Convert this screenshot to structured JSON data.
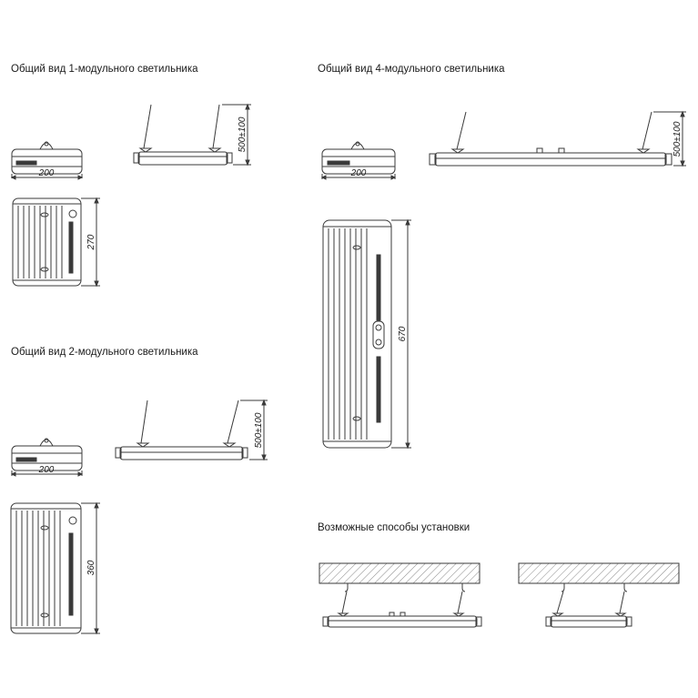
{
  "titles": {
    "one_module": "Общий вид 1-модульного светильника",
    "two_module": "Общий вид 2-модульного светильника",
    "four_module": "Общий вид 4-модульного светильника",
    "mounting": "Возможные способы установки"
  },
  "dimensions": {
    "width_200": "200",
    "hang_height": "500±100",
    "len_1_module": "270",
    "len_2_module": "360",
    "len_4_module": "670"
  },
  "colors": {
    "line": "#3a3a3a",
    "hatch": "#8a8a8a"
  }
}
